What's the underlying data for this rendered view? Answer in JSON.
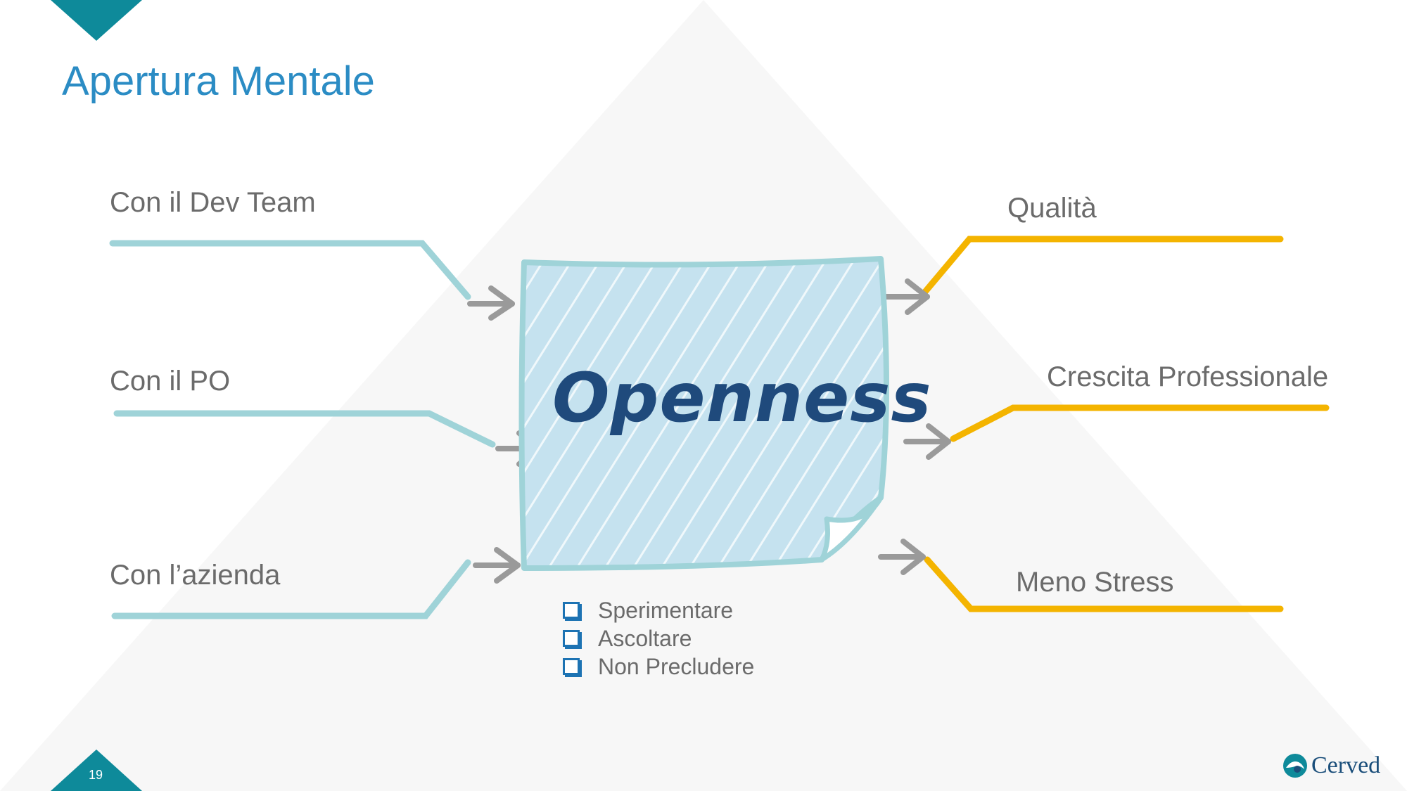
{
  "title": "Apertura Mentale",
  "center_note": {
    "label": "Openness"
  },
  "inputs": [
    {
      "label": "Con il Dev Team"
    },
    {
      "label": "Con il PO"
    },
    {
      "label": "Con l’azienda"
    }
  ],
  "outcomes": [
    {
      "label": "Qualità"
    },
    {
      "label": "Crescita Professionale"
    },
    {
      "label": "Meno Stress"
    }
  ],
  "bullets": [
    {
      "label": "Sperimentare"
    },
    {
      "label": "Ascoltare"
    },
    {
      "label": "Non Precludere"
    }
  ],
  "page_number": "19",
  "logo": {
    "text": "Cerved"
  },
  "colors": {
    "title": "#2b8cc4",
    "accent_teal": "#0e8a9a",
    "input_lines": "#9fd3d8",
    "outcome_lines": "#f4b400",
    "arrows": "#9a9a9a",
    "note_fill": "#c5e2ef",
    "openness_text": "#1f4a7c"
  }
}
